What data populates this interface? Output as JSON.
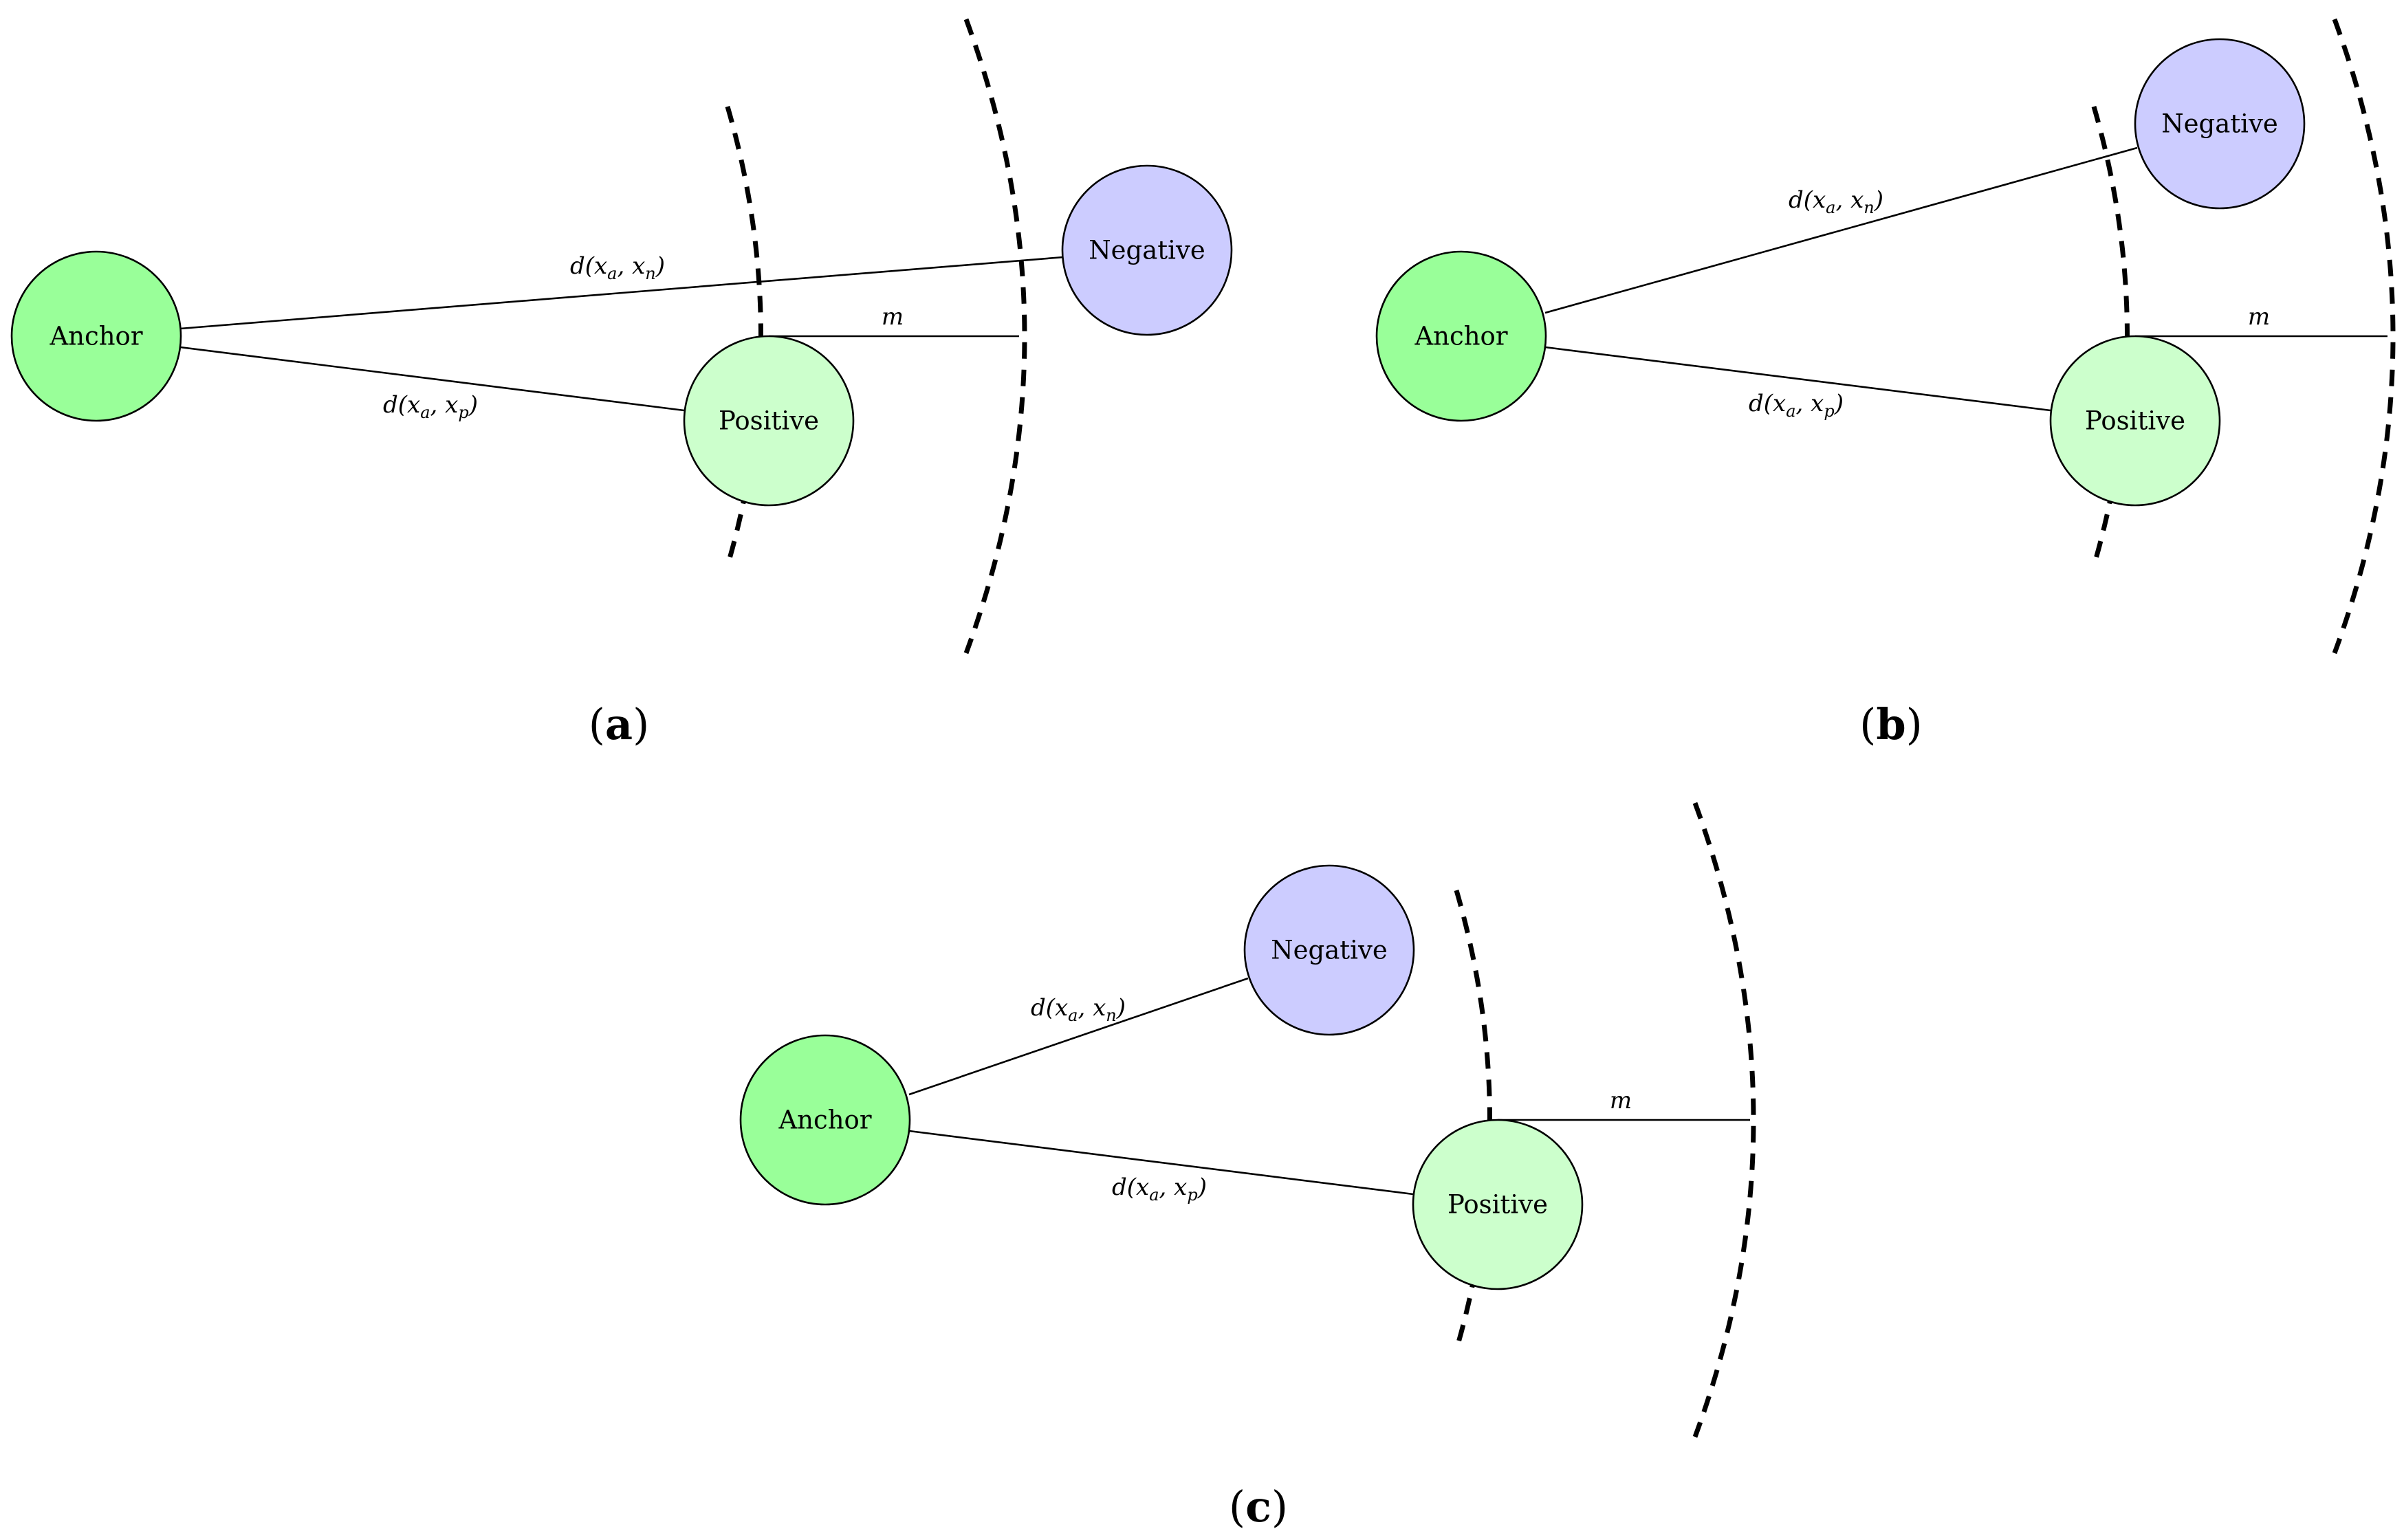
{
  "colors": {
    "anchor": "#99ff99",
    "positive": "#ccffcc",
    "negative": "#ccccff",
    "line": "#000000"
  },
  "labels": {
    "anchor": "Anchor",
    "positive": "Positive",
    "negative": "Negative",
    "dist_an_func": "d(",
    "dist_an_a": "x",
    "dist_an_a_sub": "a",
    "dist_an_sep": ", ",
    "dist_an_b": "x",
    "dist_an_b_sub": "n",
    "dist_ap_b_sub": "p",
    "close": ")",
    "margin": "m"
  },
  "panels": [
    {
      "id": "a",
      "open": "(",
      "letter": "a",
      "close": ")"
    },
    {
      "id": "b",
      "open": "(",
      "letter": "b",
      "close": ")"
    },
    {
      "id": "c",
      "open": "(",
      "letter": "c",
      "close": ")"
    }
  ]
}
